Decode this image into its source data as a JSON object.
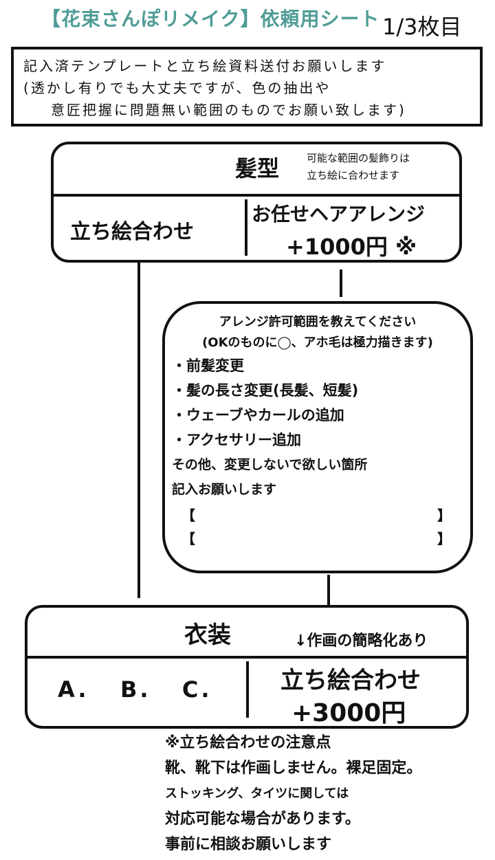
{
  "header": {
    "title": "【花束さんぽリメイク】依頼用シート",
    "page_count": "1/3枚目"
  },
  "notice": {
    "line1": "記入済テンプレートと立ち絵資料送付お願いします",
    "line2": "(透かし有りでも大丈夫ですが、色の抽出や",
    "line3": "意匠把握に問題無い範囲のものでお願い致します)"
  },
  "hairstyle": {
    "title": "髪型",
    "note_line1": "可能な範囲の髪飾りは",
    "note_line2": "立ち絵に合わせます",
    "left_option": "立ち絵合わせ",
    "right_option_line1": "お任せヘアアレンジ",
    "right_option_line2": "+1000円 ※"
  },
  "arrange": {
    "heading1": "アレンジ許可範囲を教えてください",
    "heading2": "(OKのものに◯、アホ毛は極力描きます)",
    "items": [
      "・前髪変更",
      "・髪の長さ変更(長髪、短髪)",
      "・ウェーブやカールの追加",
      "・アクセサリー追加"
    ],
    "other_line1": "その他、変更しないで欲しい箇所",
    "other_line2": "記入お願いします",
    "bracket_open": "【",
    "bracket_close": "】"
  },
  "costume": {
    "title": "衣装",
    "note": "↓作画の簡略化あり",
    "options": "A.   B.   C.",
    "right_line1": "立ち絵合わせ",
    "right_line2": "+3000円"
  },
  "caution": {
    "title": "※立ち絵合わせの注意点",
    "line1": "靴、靴下は作画しません。裸足固定。",
    "line2": "ストッキング、タイツに関しては",
    "line3": "対応可能な場合があります。",
    "line4": "事前に相談お願いします"
  }
}
